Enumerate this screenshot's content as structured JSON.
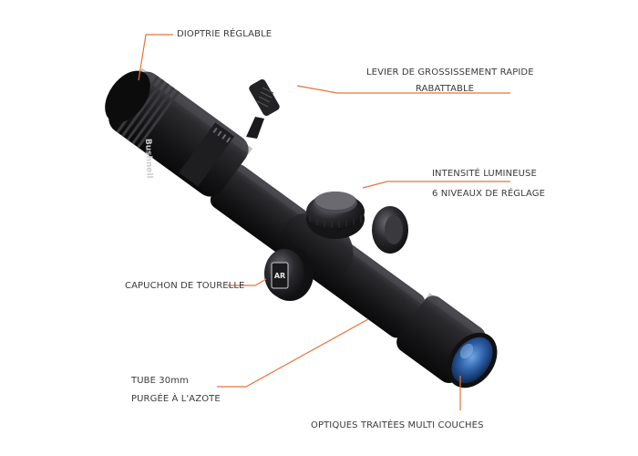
{
  "colors": {
    "leader_line": "#e8743b",
    "scope_body": "#1b1b1d",
    "scope_highlight": "#5a5a5f",
    "lens_blue": "#2c5fa8",
    "text": "#3a3a3a"
  },
  "callouts": {
    "diopter": "DIOPTRIE RÉGLABLE",
    "lever_line1": "LEVIER DE GROSSISSEMENT RAPIDE",
    "lever_line2": "RABATTABLE",
    "illum_line1": "INTENSITÉ LUMINEUSE",
    "illum_line2": "6 NIVEAUX DE RÉGLAGE",
    "turret_cap": "CAPUCHON DE TOURELLE",
    "tube_line1": "TUBE 30mm",
    "tube_line2": "PURGÉE À L'AZOTE",
    "optics": "OPTIQUES TRAITÉES MULTI COUCHES"
  },
  "scope": {
    "brand": "Bushnell",
    "turret_mark": "AR"
  }
}
